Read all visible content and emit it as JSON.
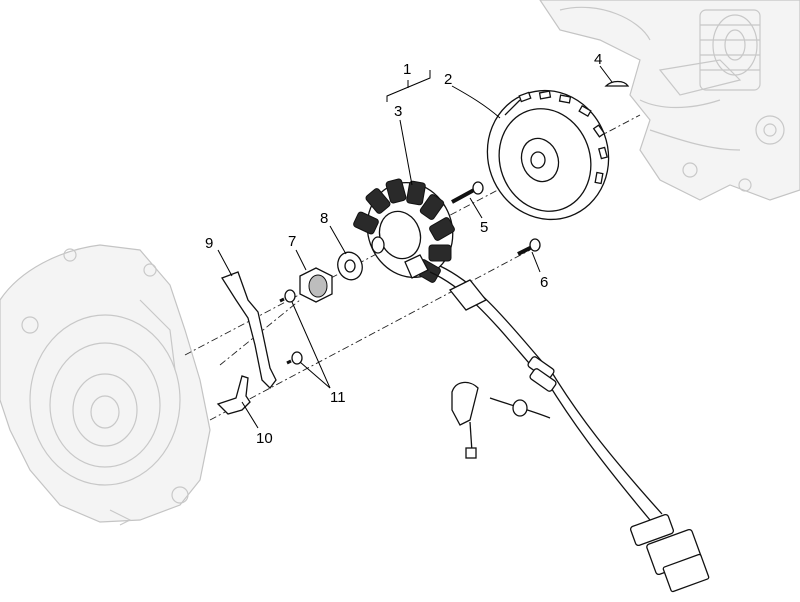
{
  "callouts": [
    {
      "id": "1",
      "text": "1"
    },
    {
      "id": "2",
      "text": "2"
    },
    {
      "id": "3",
      "text": "3"
    },
    {
      "id": "4",
      "text": "4"
    },
    {
      "id": "5",
      "text": "5"
    },
    {
      "id": "6",
      "text": "6"
    },
    {
      "id": "7",
      "text": "7"
    },
    {
      "id": "8",
      "text": "8"
    },
    {
      "id": "9",
      "text": "9"
    },
    {
      "id": "10",
      "text": "10"
    },
    {
      "id": "11",
      "text": "11"
    }
  ],
  "colors": {
    "line": "#111111",
    "ghost": "#c8c8c8",
    "background": "#ffffff"
  }
}
